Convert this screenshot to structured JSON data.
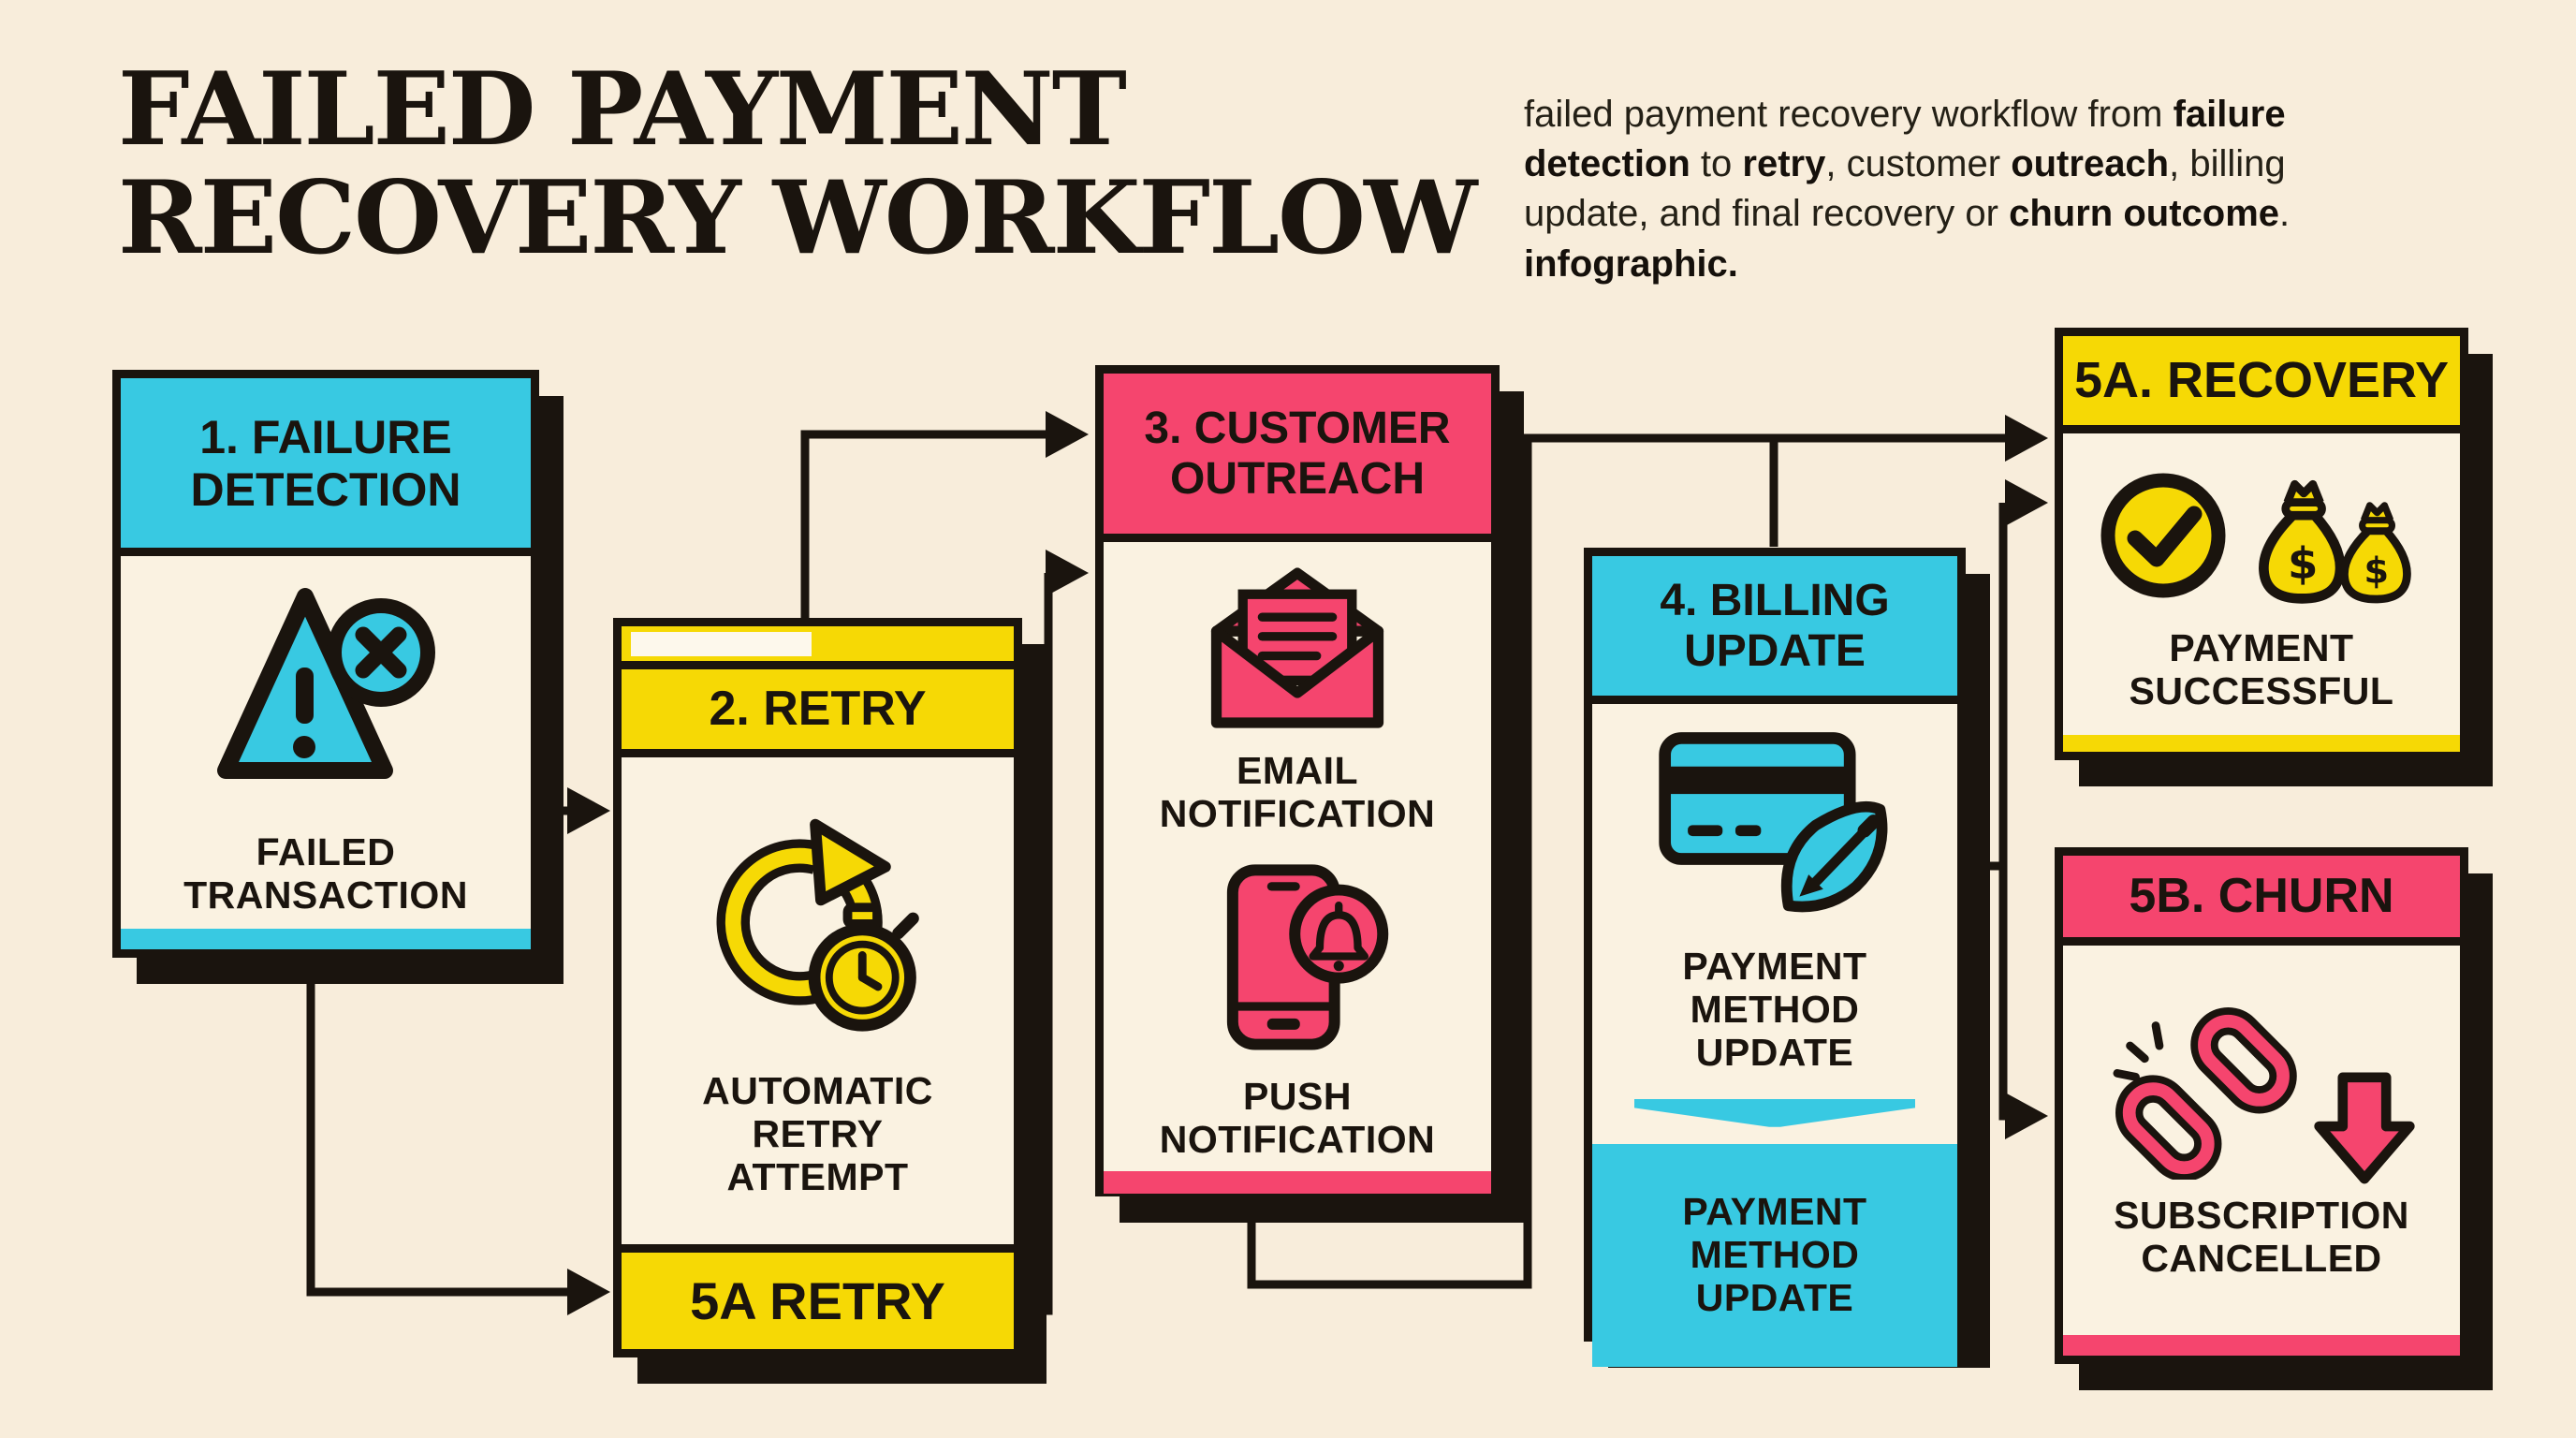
{
  "title": "FAILED PAYMENT\nRECOVERY WORKFLOW",
  "description_segments": [
    {
      "t": "failed payment recovery workflow from ",
      "b": false
    },
    {
      "t": "failure\ndetection",
      "b": true
    },
    {
      "t": " to ",
      "b": false
    },
    {
      "t": "retry",
      "b": true
    },
    {
      "t": ", customer ",
      "b": false
    },
    {
      "t": "outreach",
      "b": true
    },
    {
      "t": ", billing\nupdate, and final recovery or ",
      "b": false
    },
    {
      "t": "churn outcome",
      "b": true
    },
    {
      "t": ".\n",
      "b": false
    },
    {
      "t": "infographic.",
      "b": true
    }
  ],
  "colors": {
    "ink": "#1a140e",
    "cyan": "#38c9e2",
    "yellow": "#f6d905",
    "pink": "#f5456e",
    "bg": "#f8eddb",
    "boxbg": "#faf2e1",
    "paper": "#fdf8ec"
  },
  "boxes": {
    "box1": {
      "header": "1. FAILURE\nDETECTION",
      "icon": "warning-error-icon",
      "caption": "FAILED\nTRANSACTION"
    },
    "box2": {
      "header": "2. RETRY",
      "icon": "retry-stopwatch-icon",
      "caption": "AUTOMATIC\nRETRY\nATTEMPT",
      "footer_label": "5A RETRY"
    },
    "box3": {
      "header": "3. CUSTOMER\nOUTREACH",
      "items": [
        {
          "icon": "email-envelope-icon",
          "caption": "EMAIL\nNOTIFICATION"
        },
        {
          "icon": "push-notification-phone-icon",
          "caption": "PUSH\nNOTIFICATION"
        }
      ]
    },
    "box4": {
      "header": "4. BILLING\nUPDATE",
      "icon": "credit-card-edit-icon",
      "caption": "PAYMENT\nMETHOD\nUPDATE",
      "footer_caption": "PAYMENT\nMETHOD\nUPDATE"
    },
    "box5a": {
      "header": "5A. RECOVERY",
      "icons": [
        "check-circle-icon",
        "money-bags-icon"
      ],
      "caption": "PAYMENT\nSUCCESSFUL"
    },
    "box5b": {
      "header": "5B. CHURN",
      "icons": [
        "broken-chain-icon",
        "down-arrow-icon"
      ],
      "caption": "SUBSCRIPTION\nCANCELLED"
    }
  }
}
